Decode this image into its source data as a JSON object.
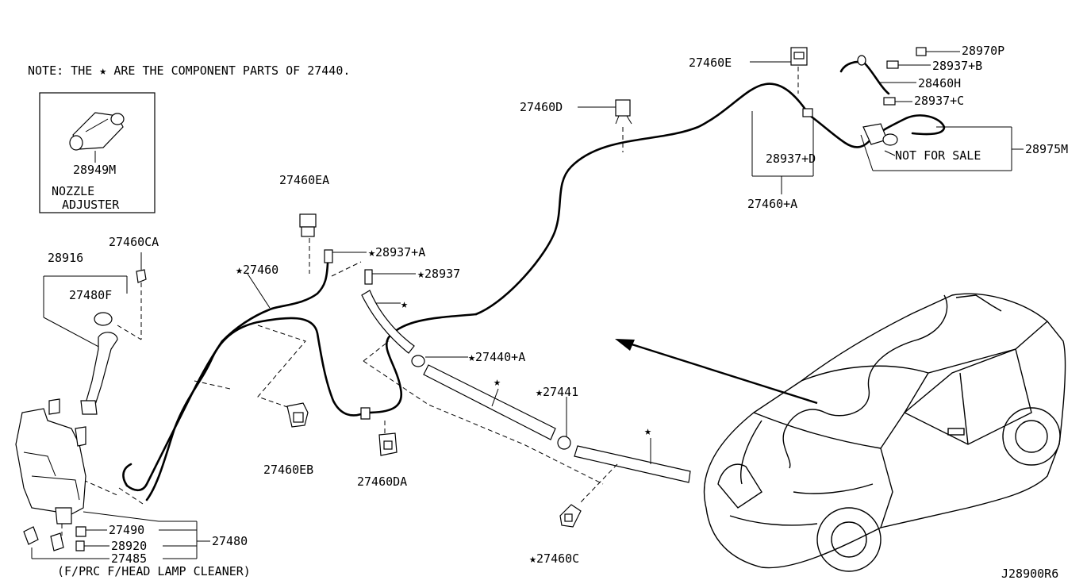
{
  "note": "NOTE: THE ★ ARE THE COMPONENT PARTS OF 27440.",
  "inset": {
    "part": "28949M",
    "title_line1": "NOZZLE",
    "title_line2": "ADJUSTER"
  },
  "labels": {
    "p27460E": "27460E",
    "p28970P": "28970P",
    "p28937B": "28937+B",
    "p28460H": "28460H",
    "p28937C": "28937+C",
    "p28975M": "28975M",
    "not_for_sale": "NOT FOR SALE",
    "p27460D": "27460D",
    "p28937D": "28937+D",
    "p27460A": "27460+A",
    "p27460EA": "27460EA",
    "p28937A": "★28937+A",
    "p28937": "★28937",
    "p27460": "★27460",
    "p27460CA": "27460CA",
    "p28916": "28916",
    "p27480F": "27480F",
    "star1": "★",
    "p27440A": "★27440+A",
    "star2": "★",
    "p27441": "★27441",
    "star3": "★",
    "p27460EB": "27460EB",
    "p27460DA": "27460DA",
    "p27460C": "★27460C",
    "p27490": "27490",
    "p28920": "28920",
    "p27485": "27485",
    "p27480": "27480",
    "footnote": "(F/PRC F/HEAD LAMP CLEANER)",
    "diagram_id": "J28900R6"
  }
}
